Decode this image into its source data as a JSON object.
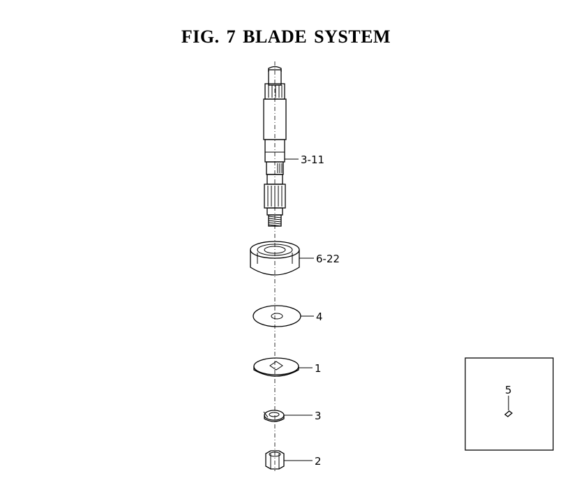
{
  "title": "FIG. 7  BLADE SYSTEM",
  "parts": [
    {
      "id": "blade-shaft",
      "label": "3-11"
    },
    {
      "id": "bearing",
      "label": "6-22"
    },
    {
      "id": "washer",
      "label": "4"
    },
    {
      "id": "blade-adapter",
      "label": "1"
    },
    {
      "id": "lock-washer",
      "label": "3"
    },
    {
      "id": "nut",
      "label": "2"
    }
  ],
  "inset": {
    "label": "5"
  }
}
